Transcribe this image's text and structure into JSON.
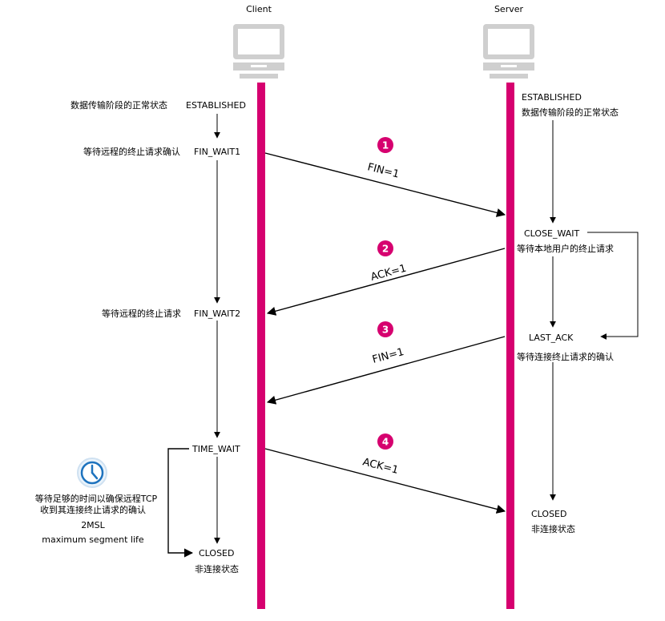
{
  "client": {
    "title": "Client",
    "established": "ESTABLISHED",
    "established_note": "数据传输阶段的正常状态",
    "fin_wait1": "FIN_WAIT1",
    "fin_wait1_note": "等待远程的终止请求确认",
    "fin_wait2": "FIN_WAIT2",
    "fin_wait2_note": "等待远程的终止请求",
    "time_wait": "TIME_WAIT",
    "time_wait_note1": "等待足够的时间以确保远程TCP",
    "time_wait_note2": "收到其连接终止请求的确认",
    "msl": "2MSL",
    "msl_desc": "maximum segment life",
    "closed": "CLOSED",
    "closed_note": "非连接状态"
  },
  "server": {
    "title": "Server",
    "established": "ESTABLISHED",
    "established_note": "数据传输阶段的正常状态",
    "close_wait": "CLOSE_WAIT",
    "close_wait_note": "等待本地用户的终止请求",
    "last_ack": "LAST_ACK",
    "last_ack_note": "等待连接终止请求的确认",
    "closed": "CLOSED",
    "closed_note": "非连接状态"
  },
  "messages": [
    {
      "step": "1",
      "label": "FIN=1"
    },
    {
      "step": "2",
      "label": "ACK=1"
    },
    {
      "step": "3",
      "label": "FIN=1"
    },
    {
      "step": "4",
      "label": "ACK=1"
    }
  ],
  "colors": {
    "lifeline": "#d6006f",
    "badge": "#d6006f",
    "line": "#000000",
    "monitor": "#c8c8c8",
    "clock": "#1e73be"
  },
  "icons": {
    "client_computer": "computer-icon",
    "server_computer": "computer-icon",
    "timer": "clock-icon"
  }
}
